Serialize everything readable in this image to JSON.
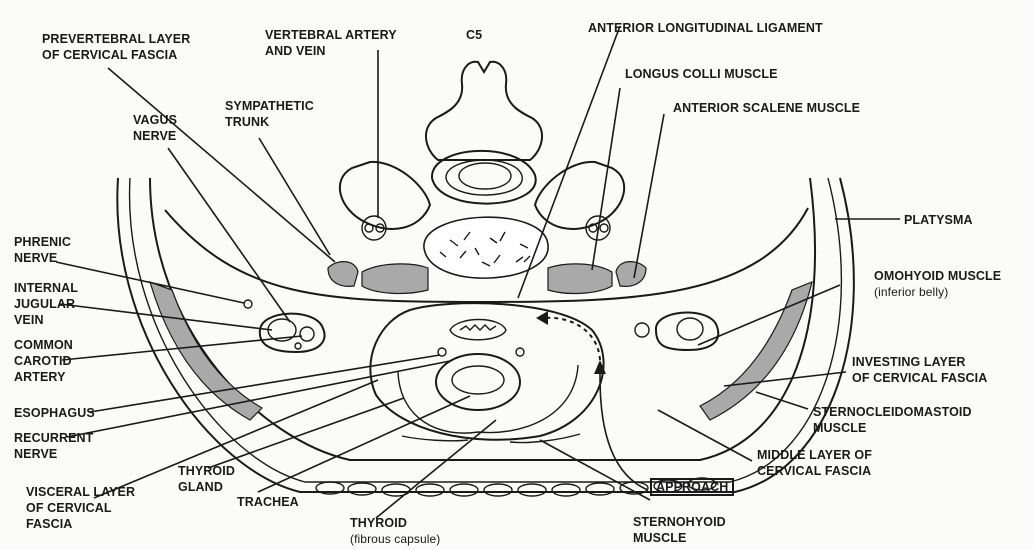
{
  "labels": {
    "c5": "C5",
    "prevertebral": [
      "PREVERTEBRAL LAYER",
      "OF CERVICAL FASCIA"
    ],
    "vertebral_artery": [
      "VERTEBRAL ARTERY",
      "AND VEIN"
    ],
    "anterior_longitudinal": "ANTERIOR LONGITUDINAL LIGAMENT",
    "longus_colli": "LONGUS COLLI MUSCLE",
    "anterior_scalene": "ANTERIOR SCALENE MUSCLE",
    "sympathetic_trunk": [
      "SYMPATHETIC",
      "TRUNK"
    ],
    "vagus": [
      "VAGUS",
      "NERVE"
    ],
    "platysma": "PLATYSMA",
    "phrenic": [
      "PHRENIC",
      "NERVE"
    ],
    "internal_jugular": [
      "INTERNAL",
      "JUGULAR",
      "VEIN"
    ],
    "omohyoid": [
      "OMOHYOID MUSCLE",
      "(inferior belly)"
    ],
    "common_carotid": [
      "COMMON",
      "CAROTID",
      "ARTERY"
    ],
    "investing_layer": [
      "INVESTING LAYER",
      "OF CERVICAL FASCIA"
    ],
    "esophagus": "ESOPHAGUS",
    "sternocleidomastoid": [
      "STERNOCLEIDOMASTOID",
      "MUSCLE"
    ],
    "recurrent": [
      "RECURRENT",
      "NERVE"
    ],
    "middle_layer": [
      "MIDDLE LAYER OF",
      "CERVICAL FASCIA"
    ],
    "thyroid_gland": [
      "THYROID",
      "GLAND"
    ],
    "trachea": "TRACHEA",
    "visceral_layer": [
      "VISCERAL LAYER",
      "OF CERVICAL",
      "FASCIA"
    ],
    "approach": "APPROACH",
    "thyroid_capsule": [
      "THYROID",
      "(fibrous capsule)"
    ],
    "sternohyoid": [
      "STERNOHYOID",
      "MUSCLE"
    ]
  },
  "colors": {
    "line": "#1a1a1a",
    "muscle_fill": "#a9a9a9",
    "paper": "#fbfbf9"
  }
}
